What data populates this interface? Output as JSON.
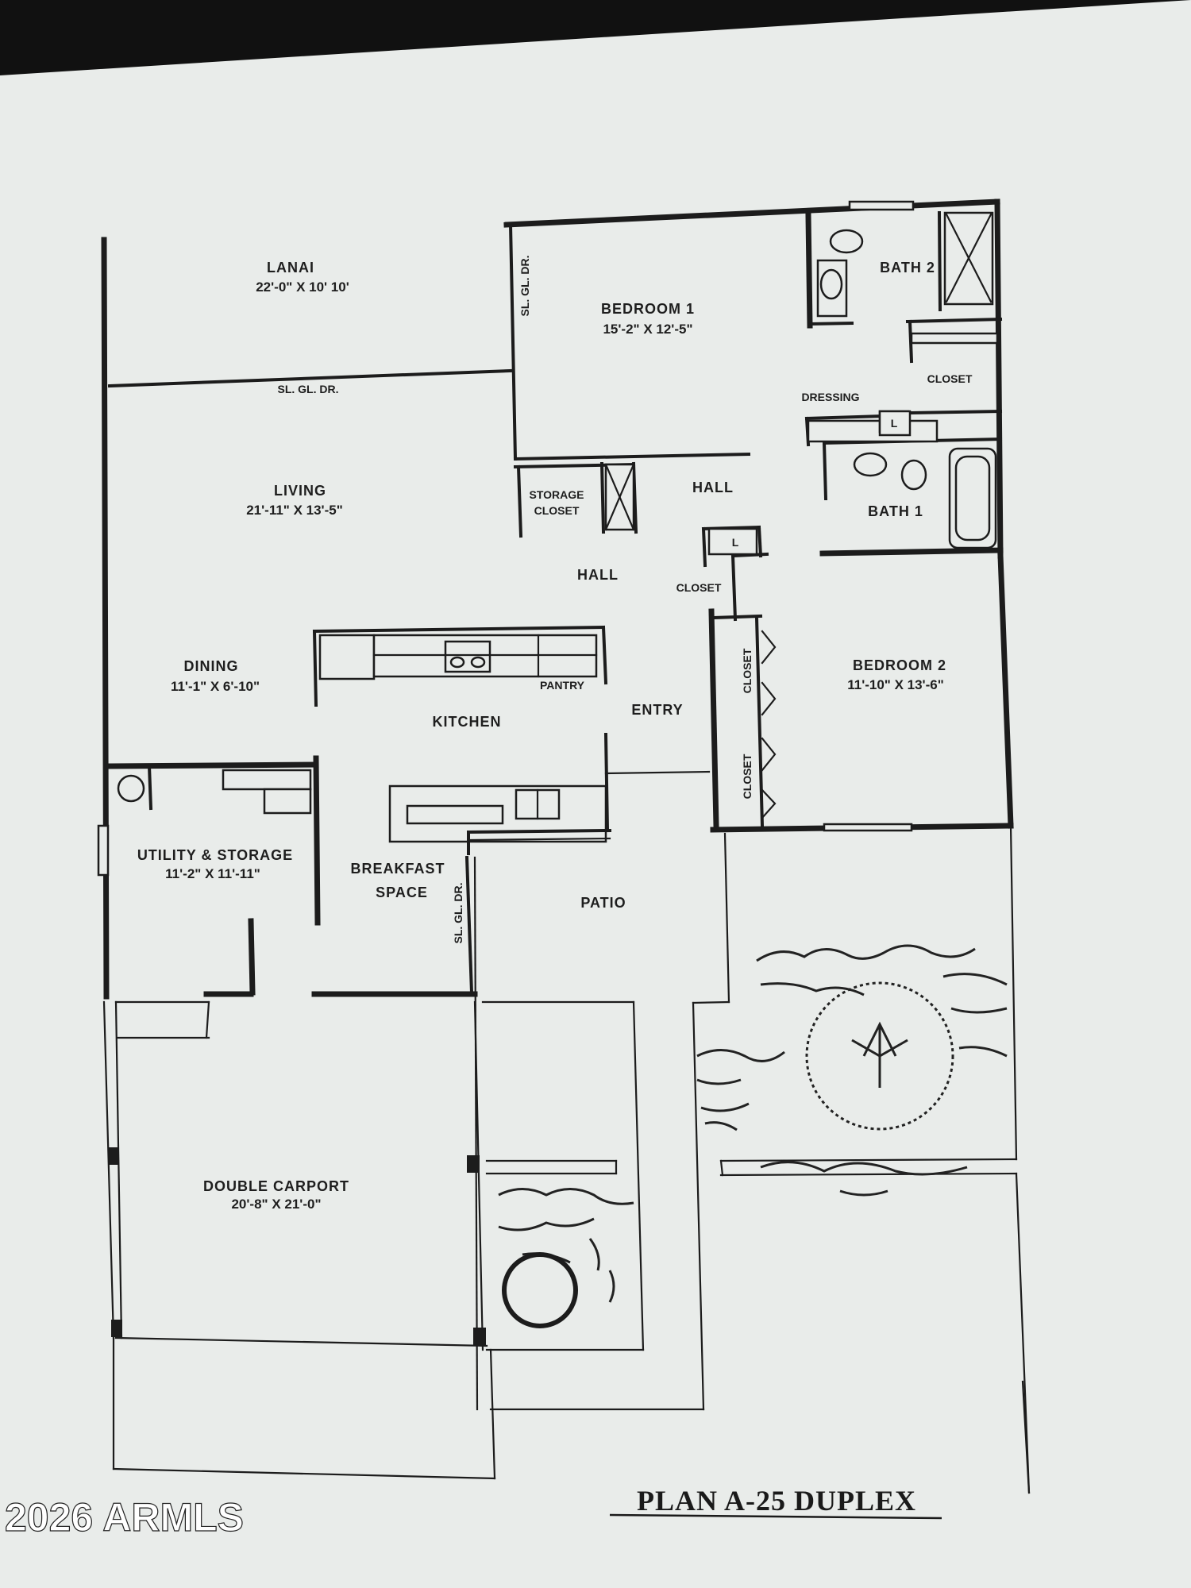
{
  "plan_title": "PLAN A-25 DUPLEX",
  "watermark": "2026 ARMLS",
  "colors": {
    "paper": "#e9ecea",
    "ink": "#1c1c1c",
    "frame": "#111111"
  },
  "rooms": {
    "lanai": {
      "name": "LANAI",
      "dims": "22'-0\" X 10' 10'"
    },
    "living": {
      "name": "LIVING",
      "dims": "21'-11\" X 13'-5\""
    },
    "dining": {
      "name": "DINING",
      "dims": "11'-1\" X 6'-10\""
    },
    "kitchen": {
      "name": "KITCHEN"
    },
    "pantry": {
      "name": "PANTRY"
    },
    "utility": {
      "name": "UTILITY & STORAGE",
      "dims": "11'-2\" X 11'-11\""
    },
    "breakfast": {
      "line1": "BREAKFAST",
      "line2": "SPACE"
    },
    "bedroom1": {
      "name": "BEDROOM 1",
      "dims": "15'-2\" X 12'-5\""
    },
    "bedroom2": {
      "name": "BEDROOM 2",
      "dims": "11'-10\" X 13'-6\""
    },
    "bath1": {
      "name": "BATH 1"
    },
    "bath2": {
      "name": "BATH 2"
    },
    "dressing": {
      "name": "DRESSING"
    },
    "closet_master": {
      "name": "CLOSET"
    },
    "storage_closet": {
      "line1": "STORAGE",
      "line2": "CLOSET"
    },
    "hall_upper": {
      "name": "HALL"
    },
    "hall_lower": {
      "name": "HALL"
    },
    "closet_hall": {
      "name": "CLOSET"
    },
    "closet_bed2_a": {
      "name": "CLOSET"
    },
    "closet_bed2_b": {
      "name": "CLOSET"
    },
    "entry": {
      "name": "ENTRY"
    },
    "patio": {
      "name": "PATIO"
    },
    "carport": {
      "name": "DOUBLE CARPORT",
      "dims": "20'-8\" X 21'-0\""
    }
  },
  "door_tags": {
    "lanai_door": "SL. GL. DR.",
    "bedroom1_door": "SL. GL. DR.",
    "breakfast_door": "SL. GL. DR."
  },
  "fixture_tags": {
    "linen_1": "L",
    "linen_2": "L"
  }
}
